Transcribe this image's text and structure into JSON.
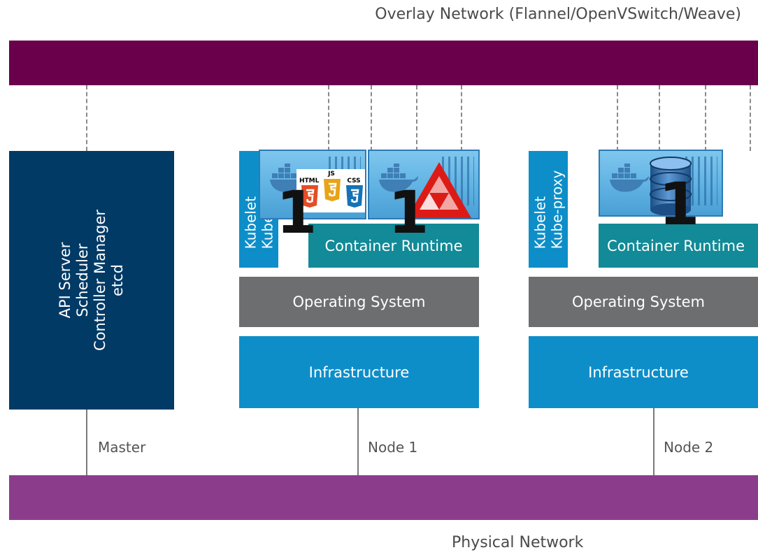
{
  "overlay_network_label": "Overlay Network (Flannel/OpenVSwitch/Weave)",
  "physical_network_label": "Physical Network",
  "master": {
    "lines": [
      "API Server",
      "Scheduler",
      "Controller Manager",
      "etcd"
    ],
    "label": "Master"
  },
  "node1": {
    "kubelet_lines": [
      "Kubelet",
      "Kube-proxy"
    ],
    "container_runtime": "Container Runtime",
    "operating_system": "Operating System",
    "infrastructure": "Infrastructure",
    "label": "Node 1",
    "container_counts": [
      "1",
      "1"
    ],
    "web_badges": [
      "HTML",
      "JS",
      "CSS"
    ]
  },
  "node2": {
    "kubelet_lines": [
      "Kubelet",
      "Kube-proxy"
    ],
    "container_runtime": "Container Runtime",
    "operating_system": "Operating System",
    "infrastructure": "Infrastructure",
    "label": "Node 2",
    "container_counts": [
      "1"
    ]
  },
  "colors": {
    "overlay_bar": "#6a004c",
    "physical_bar": "#8b3d8b",
    "master": "#023a66",
    "kubelet": "#0d8ec9",
    "container_runtime": "#128a97",
    "operating_system": "#6d6e70",
    "infrastructure": "#0d8ec9",
    "html5": "#e44d26",
    "js": "#f0db4f",
    "css3": "#1572b6",
    "angular_red": "#dd1b16"
  },
  "icons": [
    "docker-whale-icon",
    "html5-icon",
    "js-icon",
    "css3-icon",
    "red-triangle-logo-icon",
    "database-cylinder-icon"
  ]
}
